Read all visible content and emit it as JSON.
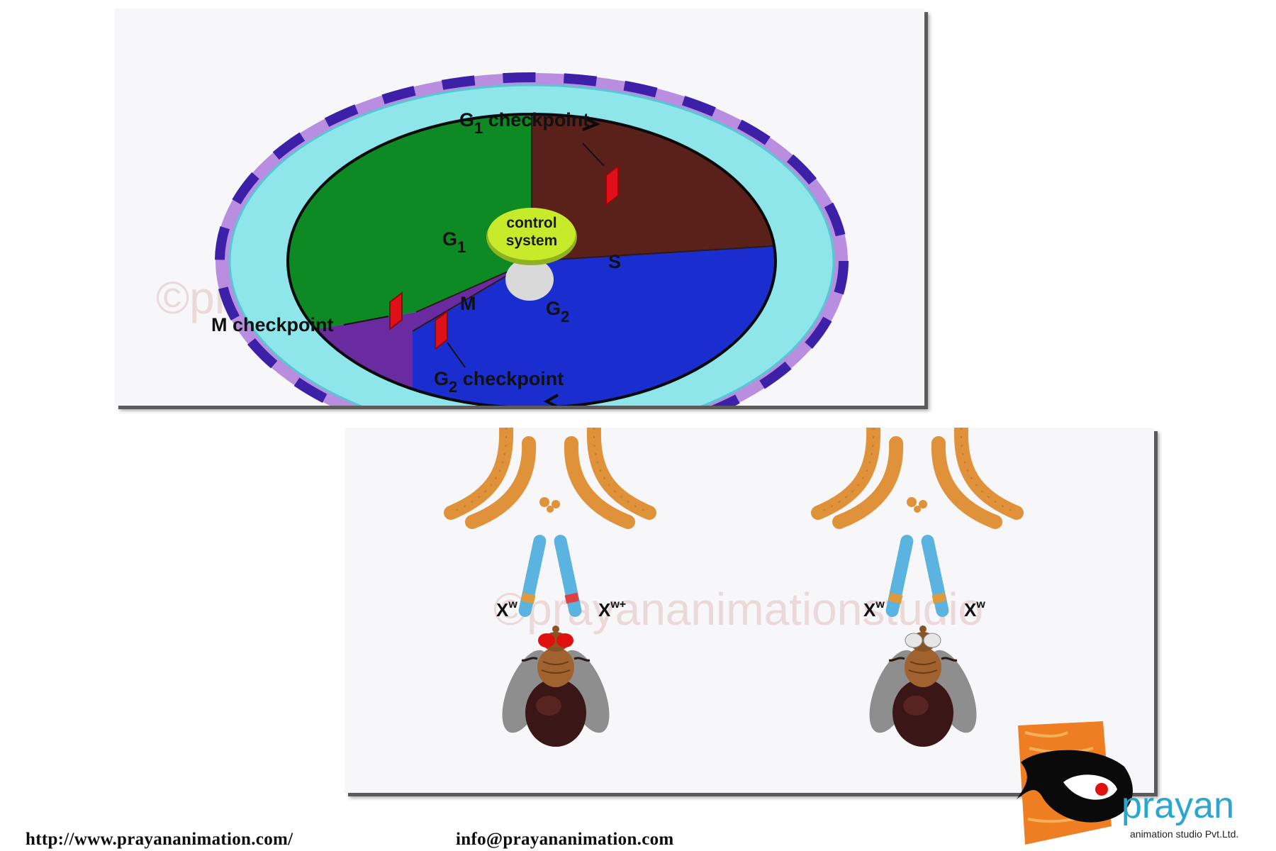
{
  "cell_cycle": {
    "control_system_line1": "control",
    "control_system_line2": "system",
    "phase_g1_main": "G",
    "phase_g1_sub": "1",
    "phase_s": "S",
    "phase_g2_main": "G",
    "phase_g2_sub": "2",
    "phase_m": "M",
    "checkpoint_g1_main": "G",
    "checkpoint_g1_sub": "1",
    "checkpoint_g1_rest": " checkpoint",
    "checkpoint_g2_main": "G",
    "checkpoint_g2_sub": "2",
    "checkpoint_g2_rest": " checkpoint",
    "checkpoint_m": "M checkpoint",
    "colors": {
      "g1": "#0d8a24",
      "s": "#5a211b",
      "g2": "#1a2ed0",
      "m": "#6a2aa0",
      "ring": "#8ee5ea",
      "outer_ring": "#6a2ac8",
      "control": "#c7ea2a",
      "checkpoint": "#e0101a"
    }
  },
  "flies": {
    "left": {
      "label1_main": "X",
      "label1_sup": "w",
      "label2_main": "X",
      "label2_sup": "w+",
      "eye_color": "red"
    },
    "right": {
      "label1_main": "X",
      "label1_sup": "w",
      "label2_main": "X",
      "label2_sup": "w",
      "eye_color": "white"
    }
  },
  "watermark": "©prayananimationstudio",
  "footer": {
    "url": "http://www.prayananimation.com/",
    "email": "info@prayananimation.com"
  },
  "logo": {
    "brand": "prayan",
    "tagline": "animation studio Pvt.Ltd."
  }
}
